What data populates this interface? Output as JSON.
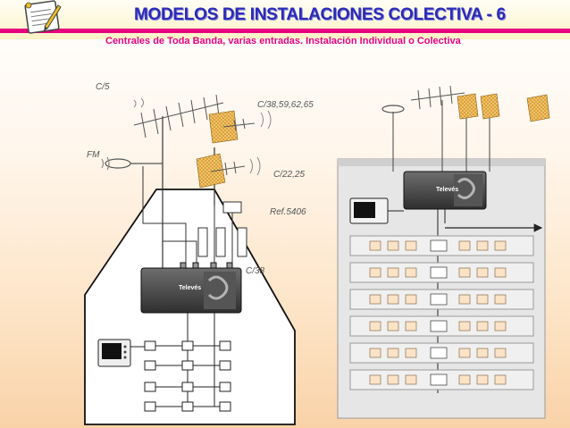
{
  "slide": {
    "title": "MODELOS DE INSTALACIONES COLECTIVA - 6",
    "subtitle": "Centrales de Toda Banda, varias entradas. Instalación  Individual o Colectiva"
  },
  "labels": {
    "c5": "C/5",
    "c_uhf_a": "C/38,59,62,65",
    "fm": "FM",
    "c_uhf_b": "C/22,25",
    "ref": "Ref.5406",
    "c38": "C/38"
  },
  "device": {
    "brand_a": "Televés",
    "brand_b": "Televés"
  },
  "colors": {
    "accent_bar": "#e6007e",
    "title": "#2b2bb8",
    "subtitle": "#e6007e",
    "antenna": "#c8962e",
    "building": "#e3e3e3"
  },
  "icons": [
    "notepad-icon",
    "yagi-antenna-icon",
    "fm-loop-antenna-icon",
    "uhf-grid-antenna-icon",
    "amplifier-icon",
    "tv-icon",
    "tap-icon",
    "arrow-icon"
  ]
}
